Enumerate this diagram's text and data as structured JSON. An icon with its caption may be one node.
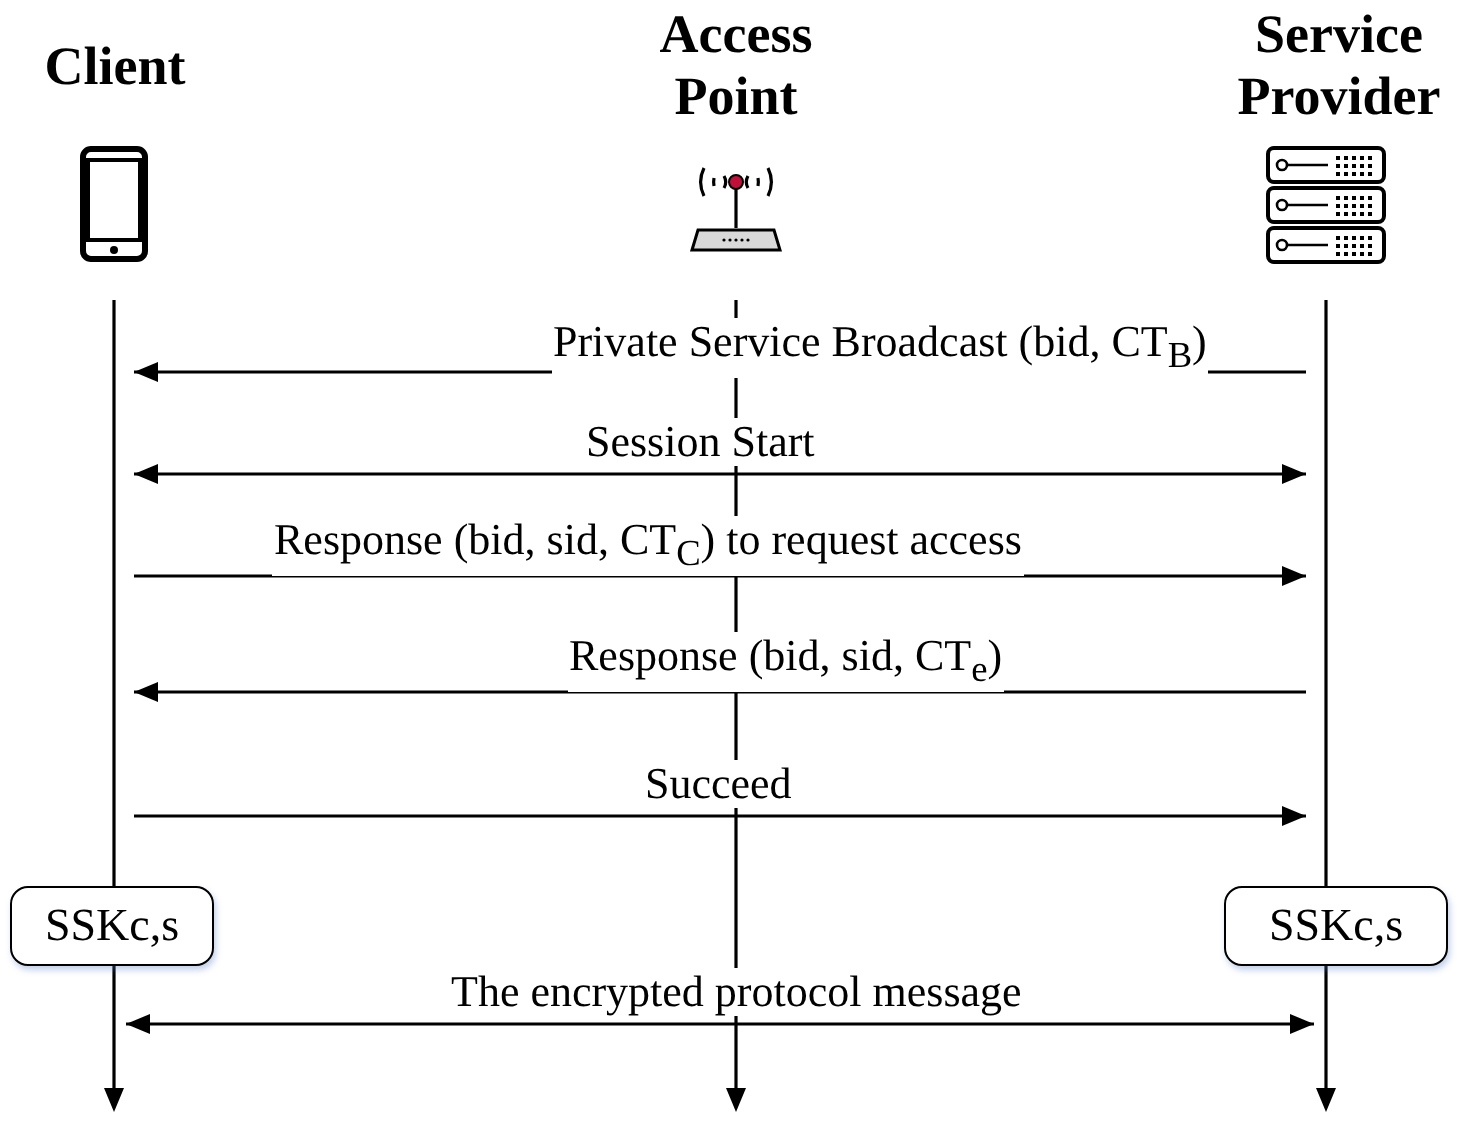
{
  "diagram": {
    "nodes": [
      {
        "text": [
          "Client"
        ]
      },
      {
        "text": [
          "Access Point"
        ]
      },
      {
        "text": [
          "Service Provider"
        ]
      },
      {
        "text": [
          "SSKc,s"
        ]
      },
      {
        "text": [
          "SSKc,s"
        ]
      },
      {
        "text": [],
        "shape": "bar"
      },
      {
        "text": [],
        "shape": "bar"
      },
      {
        "text": [],
        "shape": "bar"
      },
      {
        "text": [],
        "shape": "bar"
      },
      {
        "text": [],
        "shape": "bar"
      }
    ],
    "edges": [
      {
        "from": 7,
        "to": 5,
        "arrow": "to",
        "label": "Private Service Broadcast (bid, CT$_{B}$)"
      },
      {
        "from": 5,
        "to": 7,
        "arrow": "both",
        "label": "Session Start"
      },
      {
        "from": 5,
        "to": 7,
        "arrow": "to",
        "label": "Response (bid, sid, CT$_{C}$) to request access"
      },
      {
        "from": 7,
        "to": 5,
        "arrow": "to",
        "label": "Response (bid, sid, CT$_{e}$)"
      },
      {
        "from": 5,
        "to": 7,
        "arrow": "to",
        "label": "Succeed"
      },
      {
        "from": 8,
        "to": 9,
        "arrow": "both",
        "label": "The encrypted protocol message"
      }
    ]
  }
}
